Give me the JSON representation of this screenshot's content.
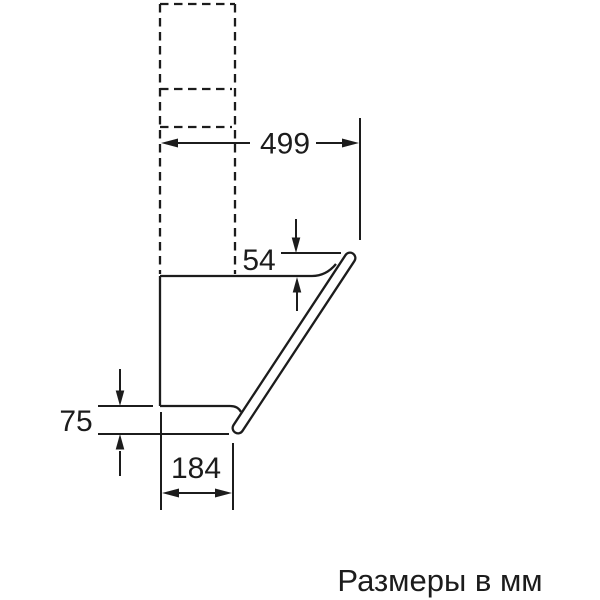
{
  "diagram": {
    "caption": "Размеры в мм",
    "dimensions": {
      "top_width_mm": "499",
      "glass_top_offset_mm": "54",
      "lower_section_height_mm": "75",
      "bottom_depth_mm": "184"
    },
    "colors": {
      "line": "#1c1c1c",
      "background": "#ffffff"
    }
  }
}
